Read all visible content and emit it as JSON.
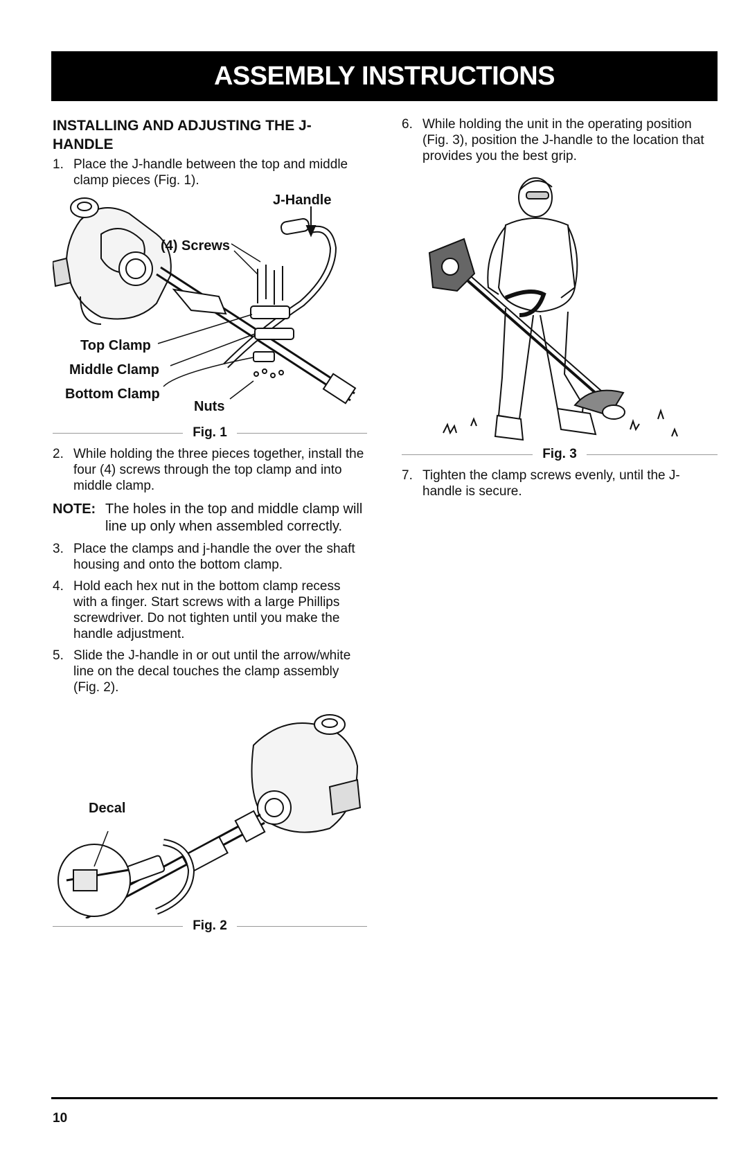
{
  "banner": {
    "title": "ASSEMBLY INSTRUCTIONS"
  },
  "section": {
    "heading": "INSTALLING AND ADJUSTING THE J-HANDLE"
  },
  "steps": [
    {
      "num": "1.",
      "text": "Place the J-handle between the top and middle clamp pieces (Fig. 1)."
    },
    {
      "num": "2.",
      "text": "While holding the three pieces together, install the four (4) screws through the top clamp and into middle clamp."
    },
    {
      "num": "3.",
      "text": "Place the clamps and j-handle the over the shaft housing and onto the bottom clamp."
    },
    {
      "num": "4.",
      "text": "Hold each hex nut in the bottom clamp recess with a finger. Start screws with a large Phillips screwdriver. Do not tighten until you make the handle adjustment."
    },
    {
      "num": "5.",
      "text": "Slide the J-handle in or out until the arrow/white line on the decal touches the clamp assembly (Fig. 2)."
    },
    {
      "num": "6.",
      "text": "While holding the unit in the operating position (Fig. 3), position the J-handle to the location that provides you the best grip."
    },
    {
      "num": "7.",
      "text": "Tighten the clamp screws evenly, until the J-handle is secure."
    }
  ],
  "note": {
    "label": "NOTE:",
    "text": "The holes in the top and middle clamp will line up only when assembled correctly."
  },
  "fig1": {
    "caption": "Fig. 1",
    "labels": {
      "jhandle": "J-Handle",
      "screws": "(4) Screws",
      "top_clamp": "Top Clamp",
      "middle_clamp": "Middle Clamp",
      "bottom_clamp": "Bottom Clamp",
      "nuts": "Nuts"
    }
  },
  "fig2": {
    "caption": "Fig. 2",
    "labels": {
      "decal": "Decal"
    }
  },
  "fig3": {
    "caption": "Fig. 3"
  },
  "page": {
    "number": "10"
  }
}
